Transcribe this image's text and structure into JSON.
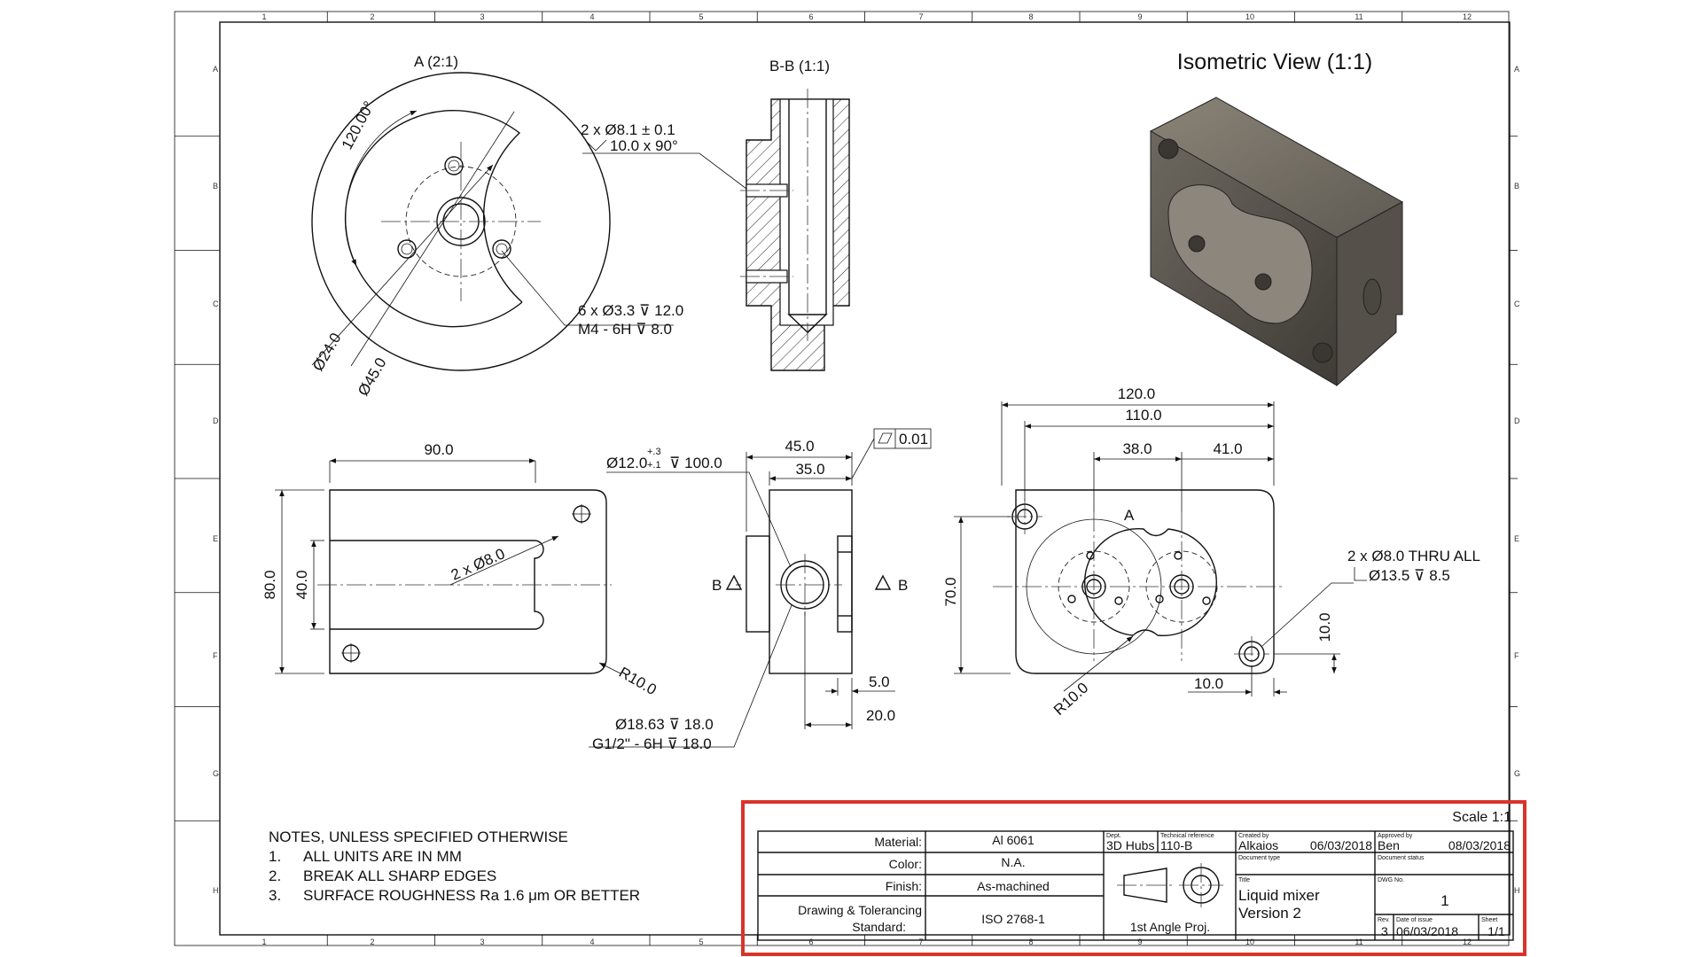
{
  "border": {
    "columns": [
      "1",
      "2",
      "3",
      "4",
      "5",
      "6",
      "7",
      "8",
      "9",
      "10",
      "11",
      "12"
    ],
    "rows": [
      "A",
      "B",
      "C",
      "D",
      "E",
      "F",
      "G",
      "H"
    ]
  },
  "views": {
    "detail_a": {
      "title": "A (2:1)",
      "angle": "120.00°",
      "dia_inner": "Ø24.0",
      "dia_outer": "Ø45.0",
      "holes_line1": "6 x Ø3.3 ⊽ 12.0",
      "holes_line2": "M4 - 6H ⊽ 8.0"
    },
    "section_bb": {
      "title": "B-B (1:1)",
      "counterbore_line1": "2 x  Ø8.1 ± 0.1",
      "counterbore_line2": "10.0 x 90°"
    },
    "isometric": {
      "title": "Isometric View (1:1)"
    },
    "front": {
      "width": "90.0",
      "height": "80.0",
      "inner_height": "40.0",
      "slot": "2 x Ø8.0",
      "radius": "R10.0"
    },
    "side": {
      "width_outer": "45.0",
      "width_inner": "35.0",
      "flatness": "0.01",
      "bore": "Ø12.0",
      "bore_tol_plus": "+.3",
      "bore_tol_minus": "+.1",
      "bore_depth": "⊽ 100.0",
      "section_mark": "B",
      "dim_5": "5.0",
      "dim_20": "20.0",
      "thread_line1": "Ø18.63 ⊽ 18.0",
      "thread_line2": "G1/2\" - 6H ⊽ 18.0"
    },
    "top": {
      "width_120": "120.0",
      "width_110": "110.0",
      "dim_38": "38.0",
      "dim_41": "41.0",
      "height_70": "70.0",
      "detail_label": "A",
      "holes_line1": "2 x Ø8.0 THRU ALL",
      "holes_line2": "Ø13.5 ⊽ 8.5",
      "dim_10_v": "10.0",
      "dim_10_h": "10.0",
      "radius": "R10.0"
    }
  },
  "notes": {
    "heading": "NOTES, UNLESS SPECIFIED OTHERWISE",
    "items": [
      {
        "num": "1.",
        "text": "ALL UNITS ARE IN MM"
      },
      {
        "num": "2.",
        "text": "BREAK ALL SHARP EDGES"
      },
      {
        "num": "3.",
        "text": "SURFACE ROUGHNESS Ra 1.6 μm OR BETTER"
      }
    ]
  },
  "title_block": {
    "highlight_color": "#d9342b",
    "scale": "Scale 1:1",
    "material_label": "Material:",
    "material": "Al 6061",
    "color_label": "Color:",
    "color": "N.A.",
    "finish_label": "Finish:",
    "finish": "As-machined",
    "standard_label_1": "Drawing & Tolerancing",
    "standard_label_2": "Standard:",
    "standard": "ISO 2768-1",
    "dept_label": "Dept.",
    "dept": "3D Hubs",
    "techref_label": "Technical reference",
    "techref": "110-B",
    "created_label": "Created by",
    "created_by": "Alkaios",
    "created_date": "06/03/2018",
    "approved_label": "Approved by",
    "approved_by": "Ben",
    "approved_date": "08/03/2018",
    "doctype_label": "Document type",
    "docstatus_label": "Document status",
    "title_label": "Title",
    "title_1": "Liquid mixer",
    "title_2": "Version 2",
    "dwg_label": "DWG No.",
    "dwg_no": "1",
    "projection": "1st Angle Proj.",
    "rev_label": "Rev.",
    "rev": "3",
    "issue_label": "Date of issue",
    "issue_date": "06/03/2018",
    "sheet_label": "Sheet",
    "sheet": "1/1"
  }
}
